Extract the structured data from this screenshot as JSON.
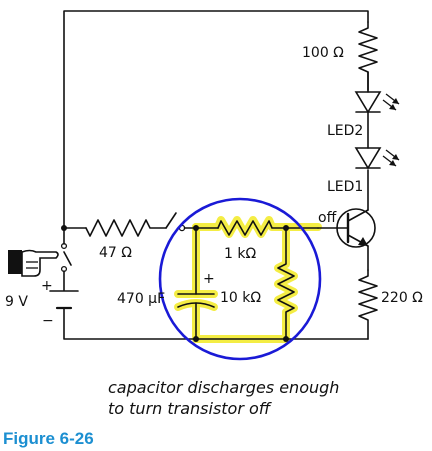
{
  "labels": {
    "r_100": "100 Ω",
    "led2": "LED2",
    "led1": "LED1",
    "r_47": "47 Ω",
    "r_1k": "1 kΩ",
    "transistor_state": "off",
    "r_10k": "10 kΩ",
    "cap": "470 µF",
    "r_220": "220 Ω",
    "battery": "9 V",
    "plus_battery": "+",
    "minus_battery": "−",
    "plus_cap": "+"
  },
  "caption": {
    "line1": "capacitor discharges enough",
    "line2": "to turn transistor off"
  },
  "figure_label": "Figure 6-26",
  "colors": {
    "highlight": "#f3ec3a",
    "circle": "#1a1ad6",
    "off_text": "#1a1ad6",
    "figure_label": "#1c8fd1",
    "wire": "#111111"
  }
}
